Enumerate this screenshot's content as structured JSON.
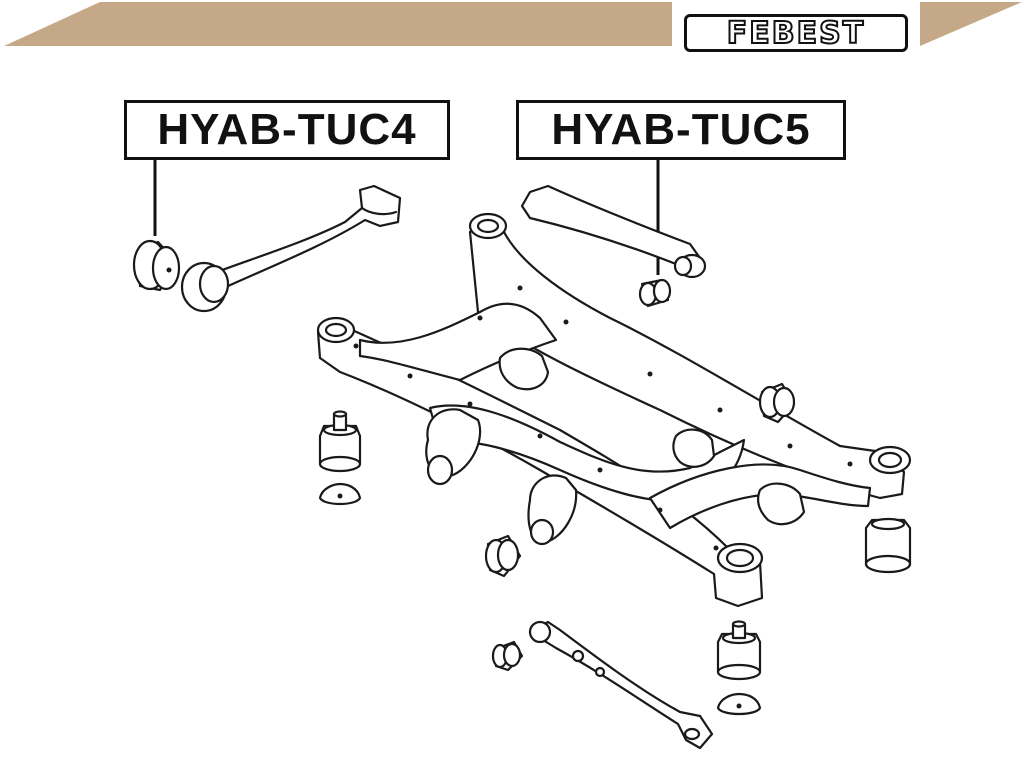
{
  "brand": {
    "logo_text": "FEBEST",
    "banner_color": "#c4a888"
  },
  "parts": [
    {
      "part_number": "HYAB-TUC4"
    },
    {
      "part_number": "HYAB-TUC5"
    }
  ]
}
